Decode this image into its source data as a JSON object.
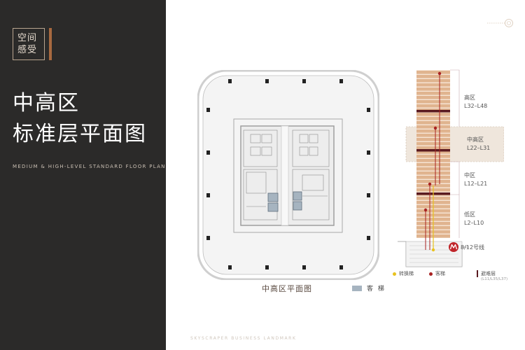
{
  "header": {
    "badge_line1": "空间",
    "badge_line2": "感受",
    "title_line1": "中高区",
    "title_line2": "标准层平面图",
    "subtitle": "MEDIUM & HIGH-LEVEL STANDARD FLOOR PLAN"
  },
  "floor_plan": {
    "caption": "中高区平面图",
    "legend_label": "客 梯",
    "legend_color": "#a6b4c0"
  },
  "section": {
    "zones": [
      {
        "name": "高区",
        "range": "L32–L48"
      },
      {
        "name": "中高区",
        "range": "L22–L31"
      },
      {
        "name": "中区",
        "range": "L12–L21"
      },
      {
        "name": "低区",
        "range": "L2–L10"
      }
    ],
    "metro_label": "8/12号线",
    "metro_icon": "metro-logo-icon"
  },
  "legend": {
    "transfer": "转换梯",
    "passenger": "客梯",
    "refuge": "避难层",
    "refuge_floors": "(L11/L35/L37)",
    "transfer_color": "#e8c21e",
    "passenger_color": "#a82222",
    "refuge_color": "#5a1a20"
  },
  "footer": "SKYSCRAPER BUSINESS LANDMARK",
  "colors": {
    "panel": "#2b2a29",
    "accent": "#a8693f",
    "tower": "#e0b48f",
    "highlight": "#efe6dc"
  }
}
